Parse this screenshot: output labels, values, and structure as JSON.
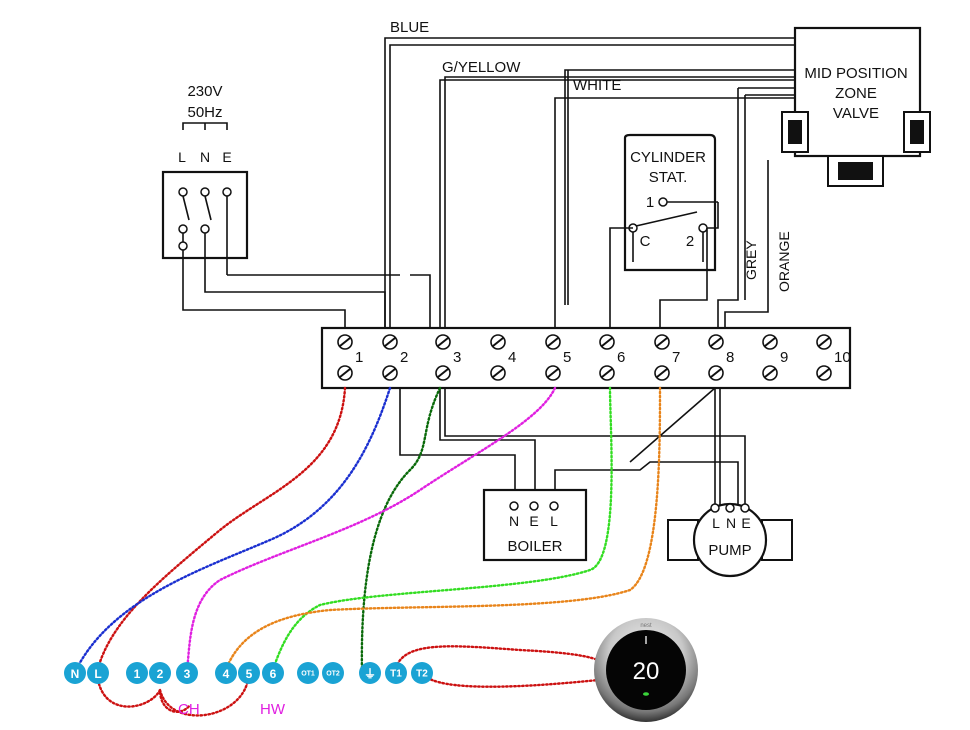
{
  "supply": {
    "voltage": "230V",
    "frequency": "50Hz",
    "terminals": [
      "L",
      "N",
      "E"
    ]
  },
  "wire_labels": {
    "blue": "BLUE",
    "g_yellow": "G/YELLOW",
    "white": "WHITE",
    "grey": "GREY",
    "orange": "ORANGE"
  },
  "zone_valve": {
    "line1": "MID POSITION",
    "line2": "ZONE",
    "line3": "VALVE"
  },
  "cylinder_stat": {
    "line1": "CYLINDER",
    "line2": "STAT.",
    "t1": "1",
    "tc": "C",
    "t2": "2"
  },
  "terminal_strip": {
    "numbers": [
      "1",
      "2",
      "3",
      "4",
      "5",
      "6",
      "7",
      "8",
      "9",
      "10"
    ]
  },
  "boiler": {
    "label": "BOILER",
    "terminals": [
      "N",
      "E",
      "L"
    ]
  },
  "pump": {
    "label": "PUMP",
    "terminals": [
      "L",
      "N",
      "E"
    ]
  },
  "nest_terminals": [
    "N",
    "L",
    "1",
    "2",
    "3",
    "4",
    "5",
    "6",
    "OT1",
    "OT2",
    "⏚",
    "T1",
    "T2"
  ],
  "group_labels": {
    "ch": "CH",
    "hw": "HW"
  },
  "thermostat": {
    "brand": "nest",
    "temperature": "20"
  },
  "colors": {
    "terminal": "#1aa3d4",
    "red": "#cc1111",
    "blue": "#1a2fd0",
    "darkgreen": "#0a6a0a",
    "magenta": "#e020e0",
    "green": "#33dd22",
    "orange": "#e8841a"
  }
}
